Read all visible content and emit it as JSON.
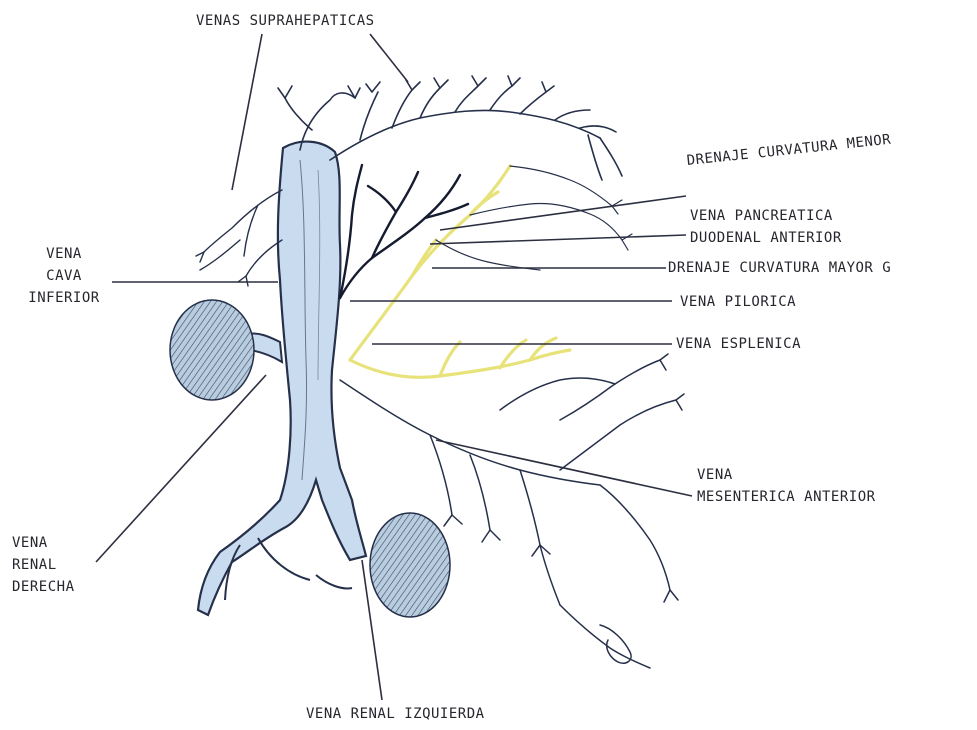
{
  "labels": {
    "venas_suprahepaticas": "VENAS SUPRAHEPATICAS",
    "vena_cava_inferior": [
      "VENA",
      "CAVA",
      "INFERIOR"
    ],
    "drenaje_curvatura_menor": "DRENAJE CURVATURA MENOR",
    "vena_pancreatica_duodenal_anterior": [
      "VENA PANCREATICA",
      "DUODENAL ANTERIOR"
    ],
    "drenaje_curvatura_mayor": "DRENAJE CURVATURA MAYOR G",
    "vena_pilorica": "VENA PILORICA",
    "vena_esplenica": "VENA ESPLENICA",
    "vena_mesenterica_anterior": [
      "VENA",
      "MESENTERICA ANTERIOR"
    ],
    "vena_renal_derecha": [
      "VENA",
      "RENAL",
      "DERECHA"
    ],
    "vena_renal_izquierda": "VENA RENAL IZQUIERDA"
  },
  "colors": {
    "vein_fill": "#c9dcef",
    "vein_stroke": "#26304a",
    "dark_vessel": "#161c30",
    "yellow_vessel": "#e8e27a",
    "leader_line": "#2c2f40",
    "kidney_fill": "#b9cde0"
  }
}
